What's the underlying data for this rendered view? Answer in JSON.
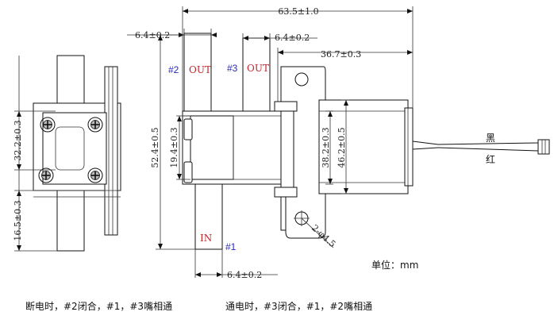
{
  "dimensions": {
    "total_length": "63.5±1.0",
    "port2_width": "6.4±0.2",
    "port3_width": "6.4±0.2",
    "coil_length": "36.7±0.3",
    "overall_height": "52.4±0.5",
    "body_height": "19.4±0.3",
    "coil_height_inner": "38.2±0.3",
    "coil_height_outer": "46.2±0.5",
    "port1_width": "6.4±0.2",
    "hole_diameter": "2-φ4.5",
    "side_height": "32.2±0.3",
    "side_offset": "16.5±0.3"
  },
  "ports": {
    "p2_id": "#2",
    "p2_label": "OUT",
    "p3_id": "#3",
    "p3_label": "OUT",
    "p1_id": "#1",
    "p1_label": "IN"
  },
  "wires": {
    "black": "黑",
    "red": "红"
  },
  "unit": "单位：mm",
  "notes": {
    "off": "断电时，#2闭合，#1，#3嘴相通",
    "on": "通电时，#3闭合，#1，#2嘴相通"
  }
}
